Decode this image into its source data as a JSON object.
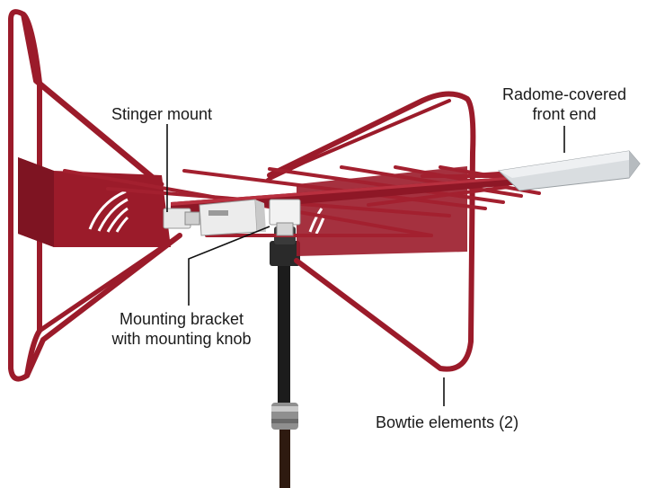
{
  "labels": {
    "stinger_mount": "Stinger mount",
    "radome_line1": "Radome-covered",
    "radome_line2": "front end",
    "bracket_line1": "Mounting bracket",
    "bracket_line2": "with mounting knob",
    "bowtie": "Bowtie elements (2)"
  },
  "colors": {
    "frame": "#9b1b2a",
    "frame_dark": "#6f0f1b",
    "rods": "#a3202f",
    "radome": "#d9dde0",
    "pole": "#1c1c1c",
    "leader": "#111111"
  }
}
